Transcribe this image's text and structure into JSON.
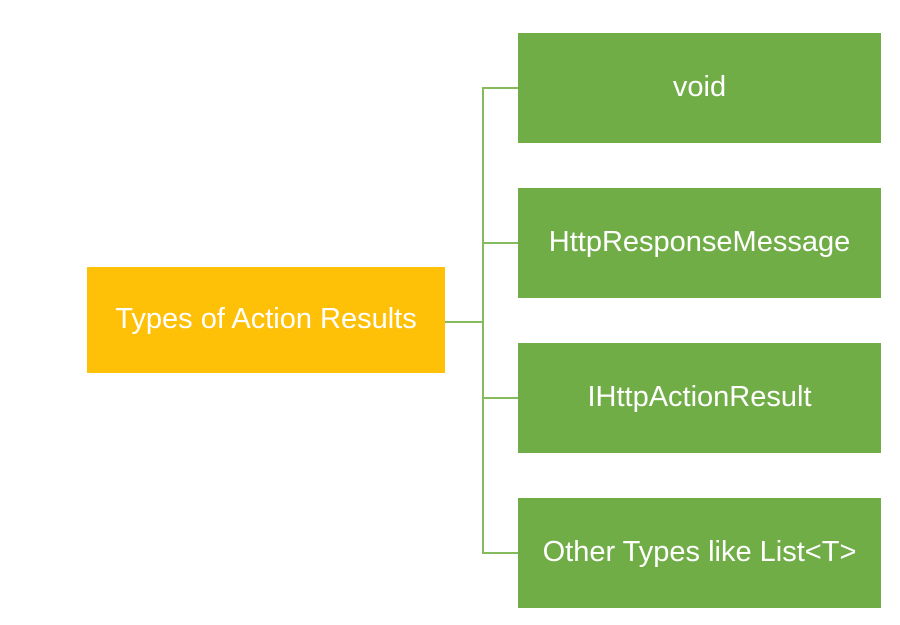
{
  "diagram": {
    "type": "hierarchy",
    "root": {
      "label": "Types of Action Results"
    },
    "children": [
      {
        "label": "void"
      },
      {
        "label": "HttpResponseMessage"
      },
      {
        "label": "IHttpActionResult"
      },
      {
        "label": "Other Types like List<T>"
      }
    ],
    "colors": {
      "root_fill": "#FFC008",
      "child_fill": "#70AD47",
      "connector": "#85BB5C",
      "label_text": "#FFFFFF",
      "background": "#FFFFFF"
    }
  }
}
